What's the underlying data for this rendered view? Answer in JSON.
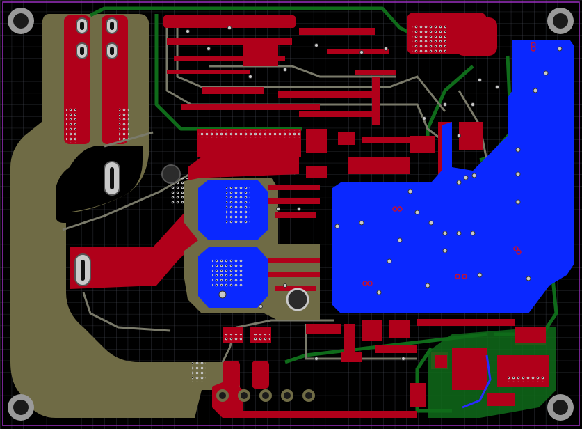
{
  "board": {
    "colors": {
      "background": "#000000",
      "grid": "#8a8fa8",
      "outline": "#9b2fbf",
      "copper_top": "#b0001a",
      "copper_top_alt": "#c8102e",
      "silk_pour": "#6f6b45",
      "copper_bottom": "#0a28ff",
      "ground_trace": "#0f6b1a",
      "pad_light": "#c9c9c9",
      "drill": "#1a1a1a"
    },
    "mounting_holes": [
      "mount-hole-top-left",
      "mount-hole-top-right",
      "mount-hole-bottom-left",
      "mount-hole-bottom-right"
    ],
    "connector_pins": [
      "pin-1",
      "pin-2",
      "pin-3",
      "pin-4",
      "pin-5"
    ]
  }
}
